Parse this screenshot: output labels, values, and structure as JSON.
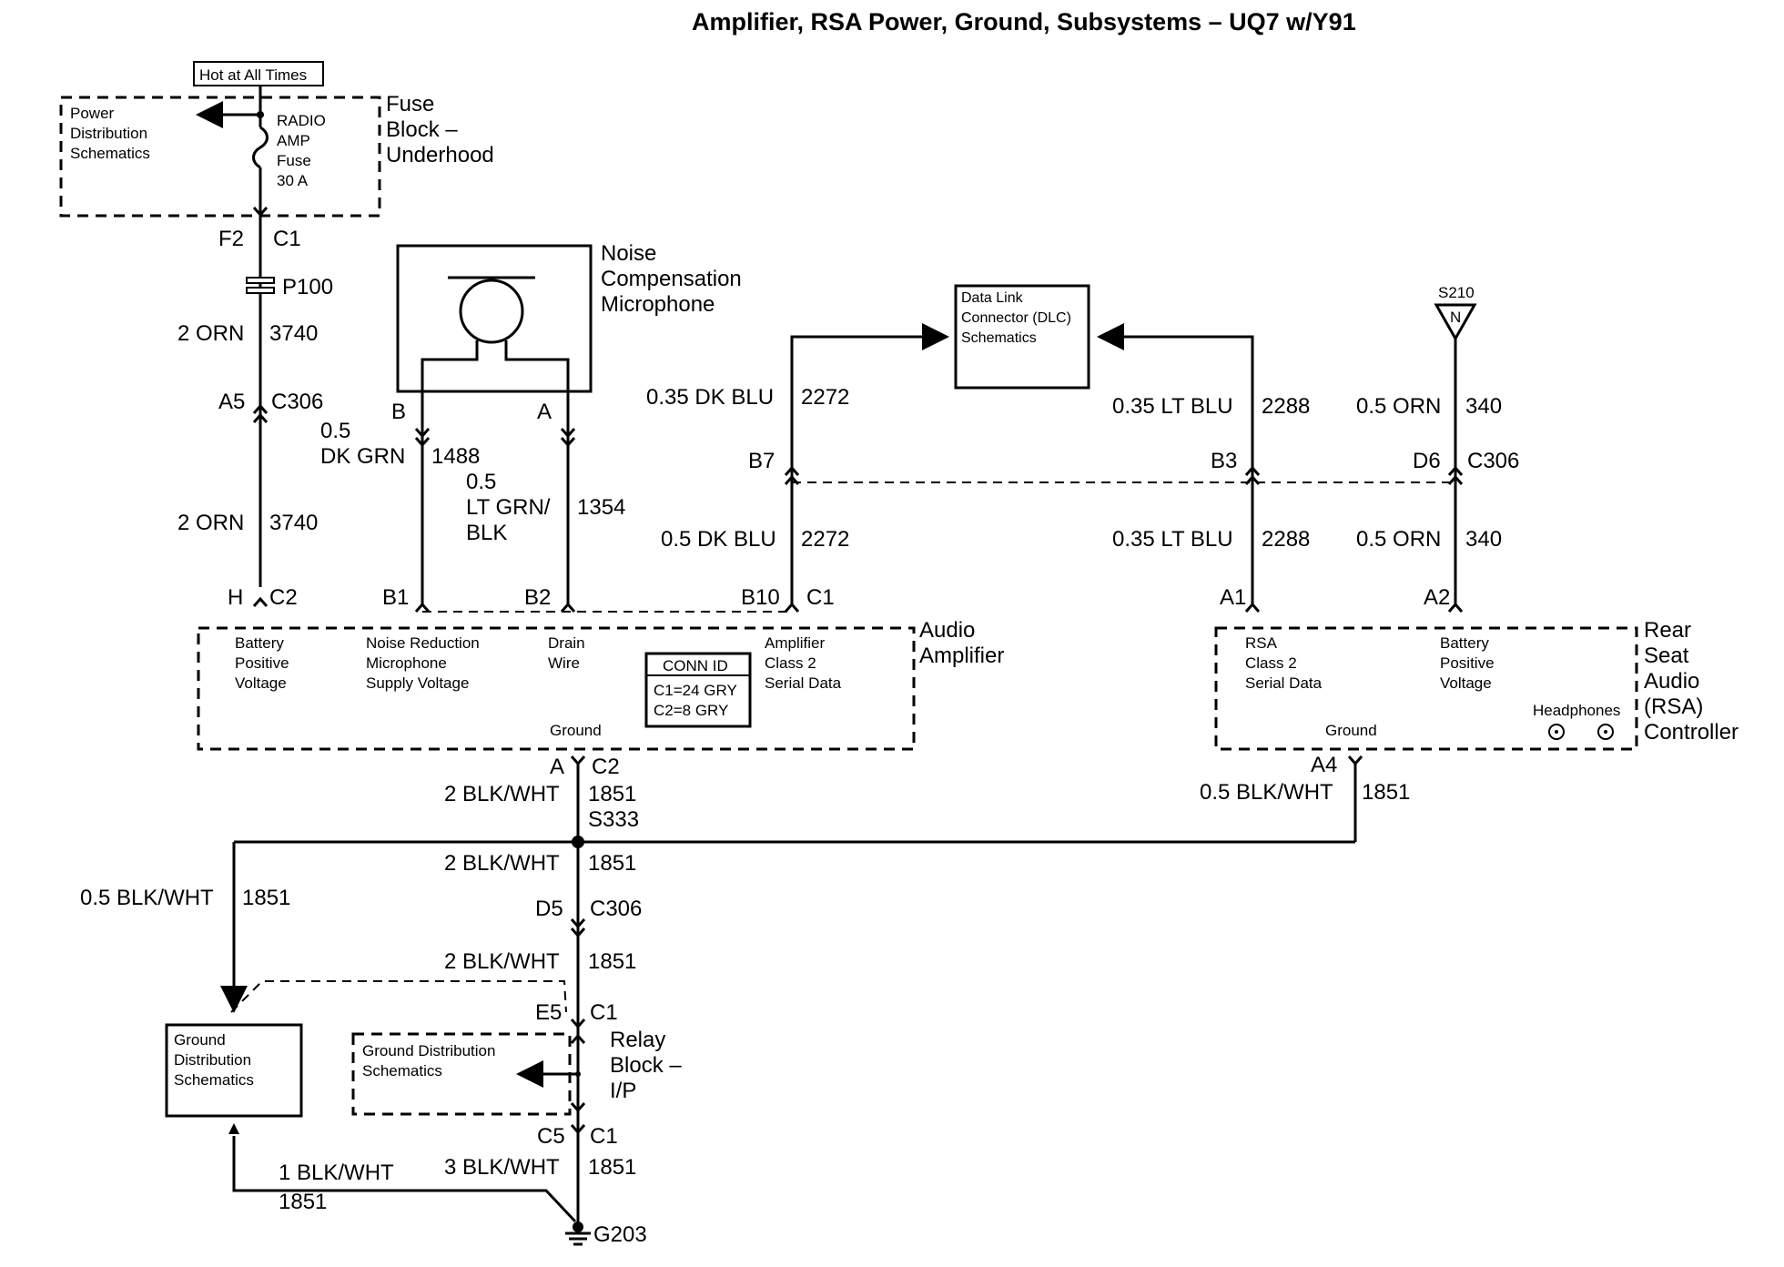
{
  "title": "Amplifier, RSA Power, Ground, Subsystems –  UQ7 w/Y91",
  "fuse_block": {
    "hot_label": "Hot at All Times",
    "power_dist": [
      "Power",
      "Distribution",
      "Schematics"
    ],
    "fuse": [
      "RADIO",
      "AMP",
      "Fuse",
      "30 A"
    ],
    "name": [
      "Fuse",
      "Block –",
      "Underhood"
    ],
    "pin": "F2",
    "conn": "C1"
  },
  "p100": "P100",
  "battery_wire": {
    "upper_gauge": "2 ORN",
    "upper_circuit": "3740",
    "pin": "A5",
    "conn": "C306",
    "lower_gauge": "2 ORN",
    "lower_circuit": "3740"
  },
  "microphone": {
    "name": [
      "Noise",
      "Compensation",
      "Microphone"
    ],
    "pin_b": "B",
    "pin_a": "A",
    "wire_b": {
      "gauge1": "0.5",
      "gauge2": "DK GRN",
      "circuit": "1488"
    },
    "wire_a": {
      "gauge1": "0.5",
      "gauge2": "LT GRN/",
      "gauge3": "BLK",
      "circuit": "1354"
    }
  },
  "dlc": {
    "label": [
      "Data Link",
      "Connector (DLC)",
      "Schematics"
    ]
  },
  "s210": {
    "label": "S210",
    "symbol": "N"
  },
  "c306_row": {
    "left": {
      "gauge": "0.35 DK BLU",
      "circuit": "2272",
      "pin": "B7"
    },
    "mid": {
      "gauge": "0.35 LT BLU",
      "circuit": "2288",
      "pin": "B3"
    },
    "right": {
      "gauge": "0.5 ORN",
      "circuit": "340",
      "pin": "D6",
      "conn": "C306"
    }
  },
  "lower_row": {
    "left": {
      "gauge": "0.5 DK BLU",
      "circuit": "2272"
    },
    "mid": {
      "gauge": "0.35 LT BLU",
      "circuit": "2288"
    },
    "right": {
      "gauge": "0.5 ORN",
      "circuit": "340"
    }
  },
  "amplifier": {
    "pins": {
      "h": "H",
      "c2": "C2",
      "b1": "B1",
      "b2": "B2",
      "b10": "B10",
      "c1": "C1"
    },
    "battery": [
      "Battery",
      "Positive",
      "Voltage"
    ],
    "noise_red": [
      "Noise Reduction",
      "Microphone",
      "Supply Voltage"
    ],
    "drain": [
      "Drain",
      "Wire"
    ],
    "serial": [
      "Amplifier",
      "Class 2",
      "Serial Data"
    ],
    "conn_id_title": "CONN ID",
    "conn_id": [
      "C1=24 GRY",
      "C2=8 GRY"
    ],
    "ground": "Ground",
    "name": [
      "Audio",
      "Amplifier"
    ]
  },
  "rsa": {
    "pin_a1": "A1",
    "pin_a2": "A2",
    "serial": [
      "RSA",
      "Class 2",
      "Serial Data"
    ],
    "battery": [
      "Battery",
      "Positive",
      "Voltage"
    ],
    "headphones": "Headphones",
    "ground": "Ground",
    "name": [
      "Rear",
      "Seat",
      "Audio",
      "(RSA)",
      "Controller"
    ],
    "pin_a4": "A4",
    "ground_gauge": "0.5 BLK/WHT",
    "ground_circuit": "1851"
  },
  "ground_path": {
    "amp_pin": "A",
    "amp_conn": "C2",
    "w1_gauge": "2 BLK/WHT",
    "w1_circuit": "1851",
    "splice": "S333",
    "w2_gauge": "2 BLK/WHT",
    "w2_circuit": "1851",
    "left_gauge": "0.5 BLK/WHT",
    "left_circuit": "1851",
    "d5": "D5",
    "c306": "C306",
    "w3_gauge": "2 BLK/WHT",
    "w3_circuit": "1851",
    "e5": "E5",
    "e5_conn": "C1",
    "relay_name": [
      "Relay",
      "Block –",
      "I/P"
    ],
    "gnd_dist_inner": [
      "Ground Distribution",
      "Schematics"
    ],
    "c5": "C5",
    "c5_conn": "C1",
    "w4_gauge": "3 BLK/WHT",
    "w4_circuit": "1851",
    "bottom_gauge": "1 BLK/WHT",
    "bottom_circuit": "1851",
    "g203": "G203",
    "gnd_dist_box": [
      "Ground",
      "Distribution",
      "Schematics"
    ]
  }
}
